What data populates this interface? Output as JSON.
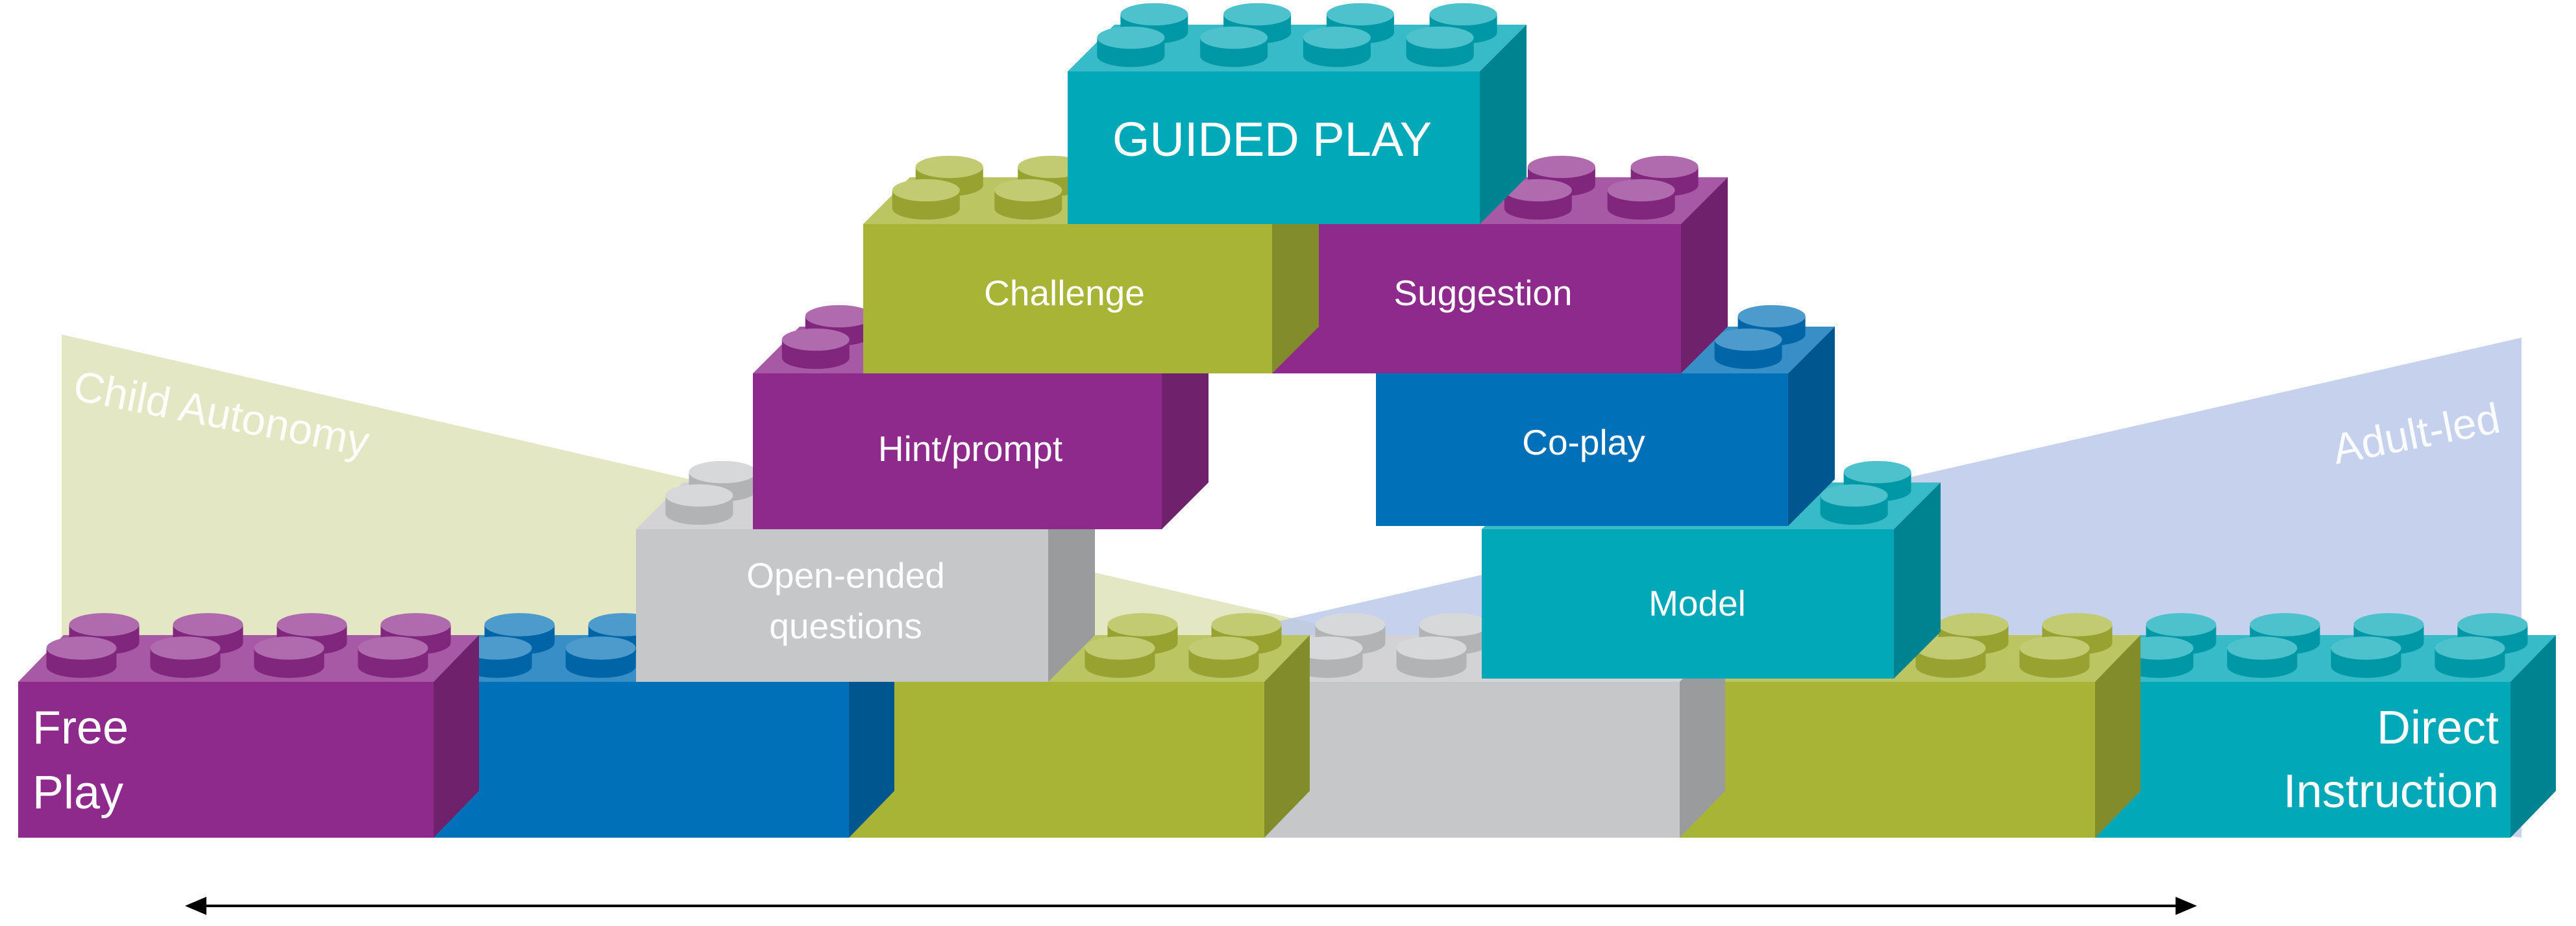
{
  "title": "GUIDED PLAY",
  "left_axis_label": "Child Autonomy",
  "right_axis_label": "Adult-led",
  "left_end_label": [
    "Free",
    "Play"
  ],
  "right_end_label": [
    "Direct",
    "Instruction"
  ],
  "strategies": {
    "challenge": "Challenge",
    "suggestion": "Suggestion",
    "hint": "Hint/prompt",
    "coplay": "Co-play",
    "open_ended": [
      "Open-ended",
      "questions"
    ],
    "model": "Model"
  },
  "colors": {
    "purple": "#8e2a8b",
    "blue": "#0070b8",
    "olive": "#a8b436",
    "grey": "#c6c7c9",
    "teal": "#00a8b8",
    "autonomy_wedge": "#dfe3b8",
    "adult_wedge": "#b7c6e8"
  }
}
